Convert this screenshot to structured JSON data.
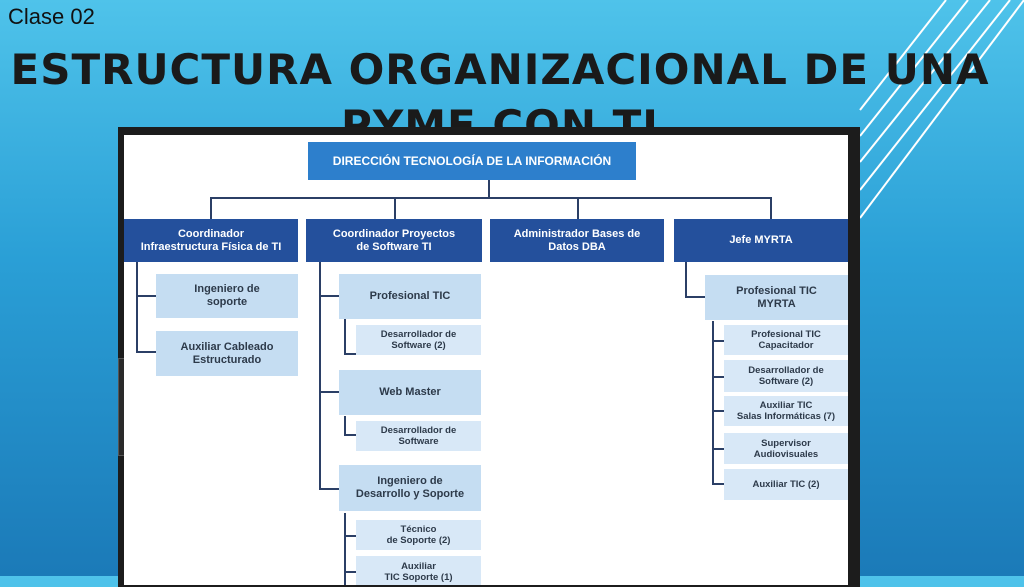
{
  "slide": {
    "label": "Clase 02",
    "title_line1": "ESTRUCTURA ORGANIZACIONAL DE UNA",
    "title_line2": "PYME CON TI"
  },
  "org": {
    "root": "DIRECCIÓN TECNOLOGÍA DE LA INFORMACIÓN",
    "col1": {
      "head": "Coordinador\nInfraestructura Física de TI",
      "children": [
        "Ingeniero de\nsoporte",
        "Auxiliar Cableado\nEstructurado"
      ]
    },
    "col2": {
      "head": "Coordinador Proyectos\nde Software TI",
      "groups": [
        {
          "label": "Profesional TIC",
          "children": [
            "Desarrollador de\nSoftware (2)"
          ]
        },
        {
          "label": "Web Master",
          "children": [
            "Desarrollador de\nSoftware"
          ]
        },
        {
          "label": "Ingeniero de\nDesarrollo y Soporte",
          "children": [
            "Técnico\nde Soporte (2)",
            "Auxiliar\nTIC Soporte (1)"
          ]
        }
      ]
    },
    "col3": {
      "head": "Administrador Bases de\nDatos DBA"
    },
    "col4": {
      "head": "Jefe MYRTA",
      "sub": "Profesional TIC\nMYRTA",
      "children": [
        "Profesional TIC\nCapacitador",
        "Desarrollador de\nSoftware (2)",
        "Auxiliar TIC\nSalas Informáticas (7)",
        "Supervisor\nAudiovisuales",
        "Auxiliar TIC (2)"
      ]
    }
  },
  "colors": {
    "root": "#2d7fcc",
    "head": "#24509c",
    "light": "#c5ddf2",
    "small": "#d8e8f7",
    "line": "#2b3f66"
  }
}
